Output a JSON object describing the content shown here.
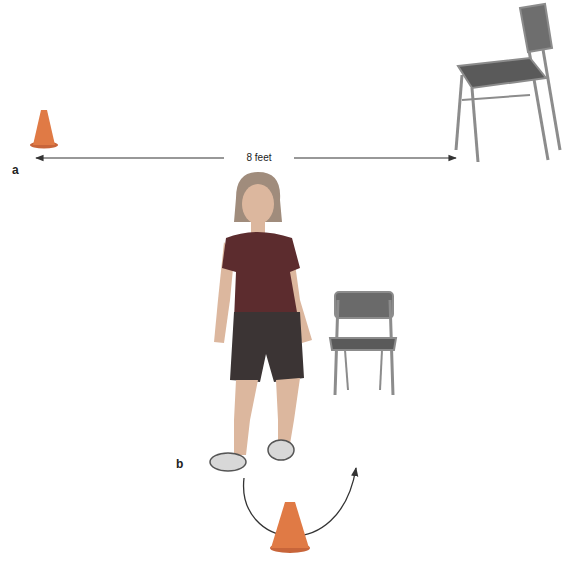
{
  "diagram": {
    "labels": [
      "a",
      "8 feet",
      "b"
    ]
  }
}
